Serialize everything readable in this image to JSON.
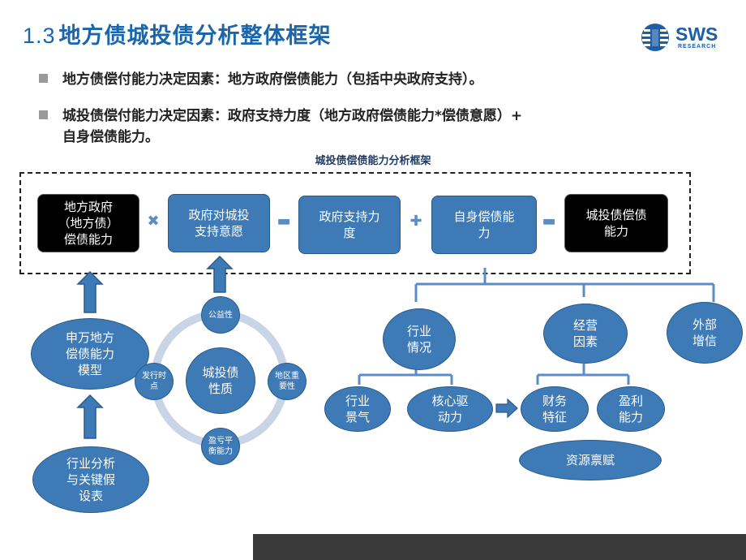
{
  "header": {
    "section_number": "1.3",
    "title": "地方债城投债分析整体框架",
    "logo_text": "SWS",
    "logo_subtext": "RESEARCH"
  },
  "bullets": [
    {
      "text": "地方债偿付能力决定因素：地方政府偿债能力（包括中央政府支持）。"
    },
    {
      "line1": "城投债偿付能力决定因素：政府支持力度（地方政府偿债能力*偿债意愿）+",
      "line2": "自身偿债能力。"
    }
  ],
  "framework": {
    "title": "城投债偿债能力分析框架",
    "boxes": {
      "local_gov": {
        "l1": "地方政府",
        "l2": "（地方债）",
        "l3": "偿债能力"
      },
      "gov_support_will": {
        "l1": "政府对城投",
        "l2": "支持意愿"
      },
      "gov_support_degree": {
        "l1": "政府支持力",
        "l2": "度"
      },
      "self_ability": {
        "l1": "自身偿债能",
        "l2": "力"
      },
      "chengtou_ability": {
        "l1": "城投债偿债",
        "l2": "能力"
      }
    },
    "operators": {
      "times": "✖",
      "equals1": "▬",
      "plus": "✚",
      "equals2": "▬"
    }
  },
  "left_side": {
    "sw_model": {
      "l1": "申万地方",
      "l2": "偿债能力",
      "l3": "模型"
    },
    "industry_analysis": {
      "l1": "行业分析",
      "l2": "与关键假",
      "l3": "设表"
    }
  },
  "cycle": {
    "center": {
      "l1": "城投债",
      "l2": "性质"
    },
    "top": "公益性",
    "right": {
      "l1": "地区重",
      "l2": "要性"
    },
    "bottom": {
      "l1": "盈亏平",
      "l2": "衡能力"
    },
    "left": {
      "l1": "发行时",
      "l2": "点"
    }
  },
  "right_tree": {
    "industry": {
      "l1": "行业",
      "l2": "情况"
    },
    "operation": {
      "l1": "经营",
      "l2": "因素"
    },
    "external": {
      "l1": "外部",
      "l2": "增信"
    },
    "industry_climate": {
      "l1": "行业",
      "l2": "景气"
    },
    "core_driver": {
      "l1": "核心驱",
      "l2": "动力"
    },
    "financial": {
      "l1": "财务",
      "l2": "特征"
    },
    "profit": {
      "l1": "盈利",
      "l2": "能力"
    },
    "resources": "资源禀赋"
  },
  "colors": {
    "title_blue": "#1a66ad",
    "box_blue": "#3d7ab6",
    "box_black": "#000000",
    "connector_blue": "#5b8dc4",
    "cycle_ring": "#c9d5e6"
  }
}
